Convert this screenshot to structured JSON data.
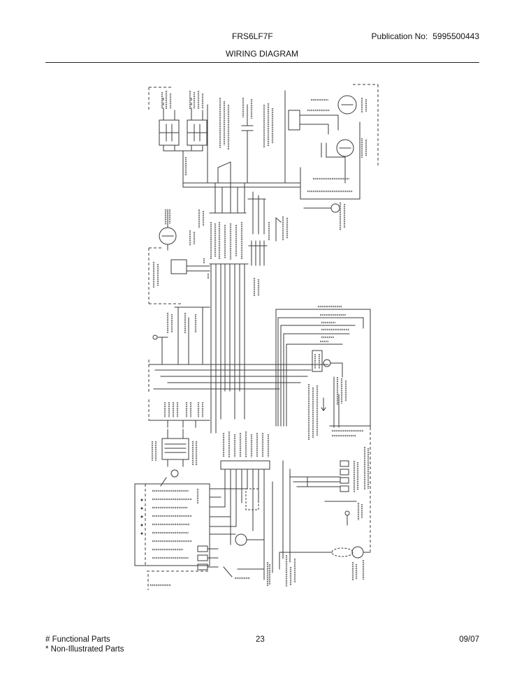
{
  "header": {
    "model": "FRS6LF7F",
    "publication_label": "Publication No:",
    "publication_number": "5995500443",
    "title": "WIRING DIAGRAM"
  },
  "footer": {
    "functional_parts": "# Functional Parts",
    "non_illustrated_parts": "* Non-Illustrated Parts",
    "page_number": "23",
    "date": "09/07"
  },
  "colors": {
    "line": "#3a3a3a",
    "label_mark": "#6e6e6e",
    "background": "#ffffff"
  }
}
